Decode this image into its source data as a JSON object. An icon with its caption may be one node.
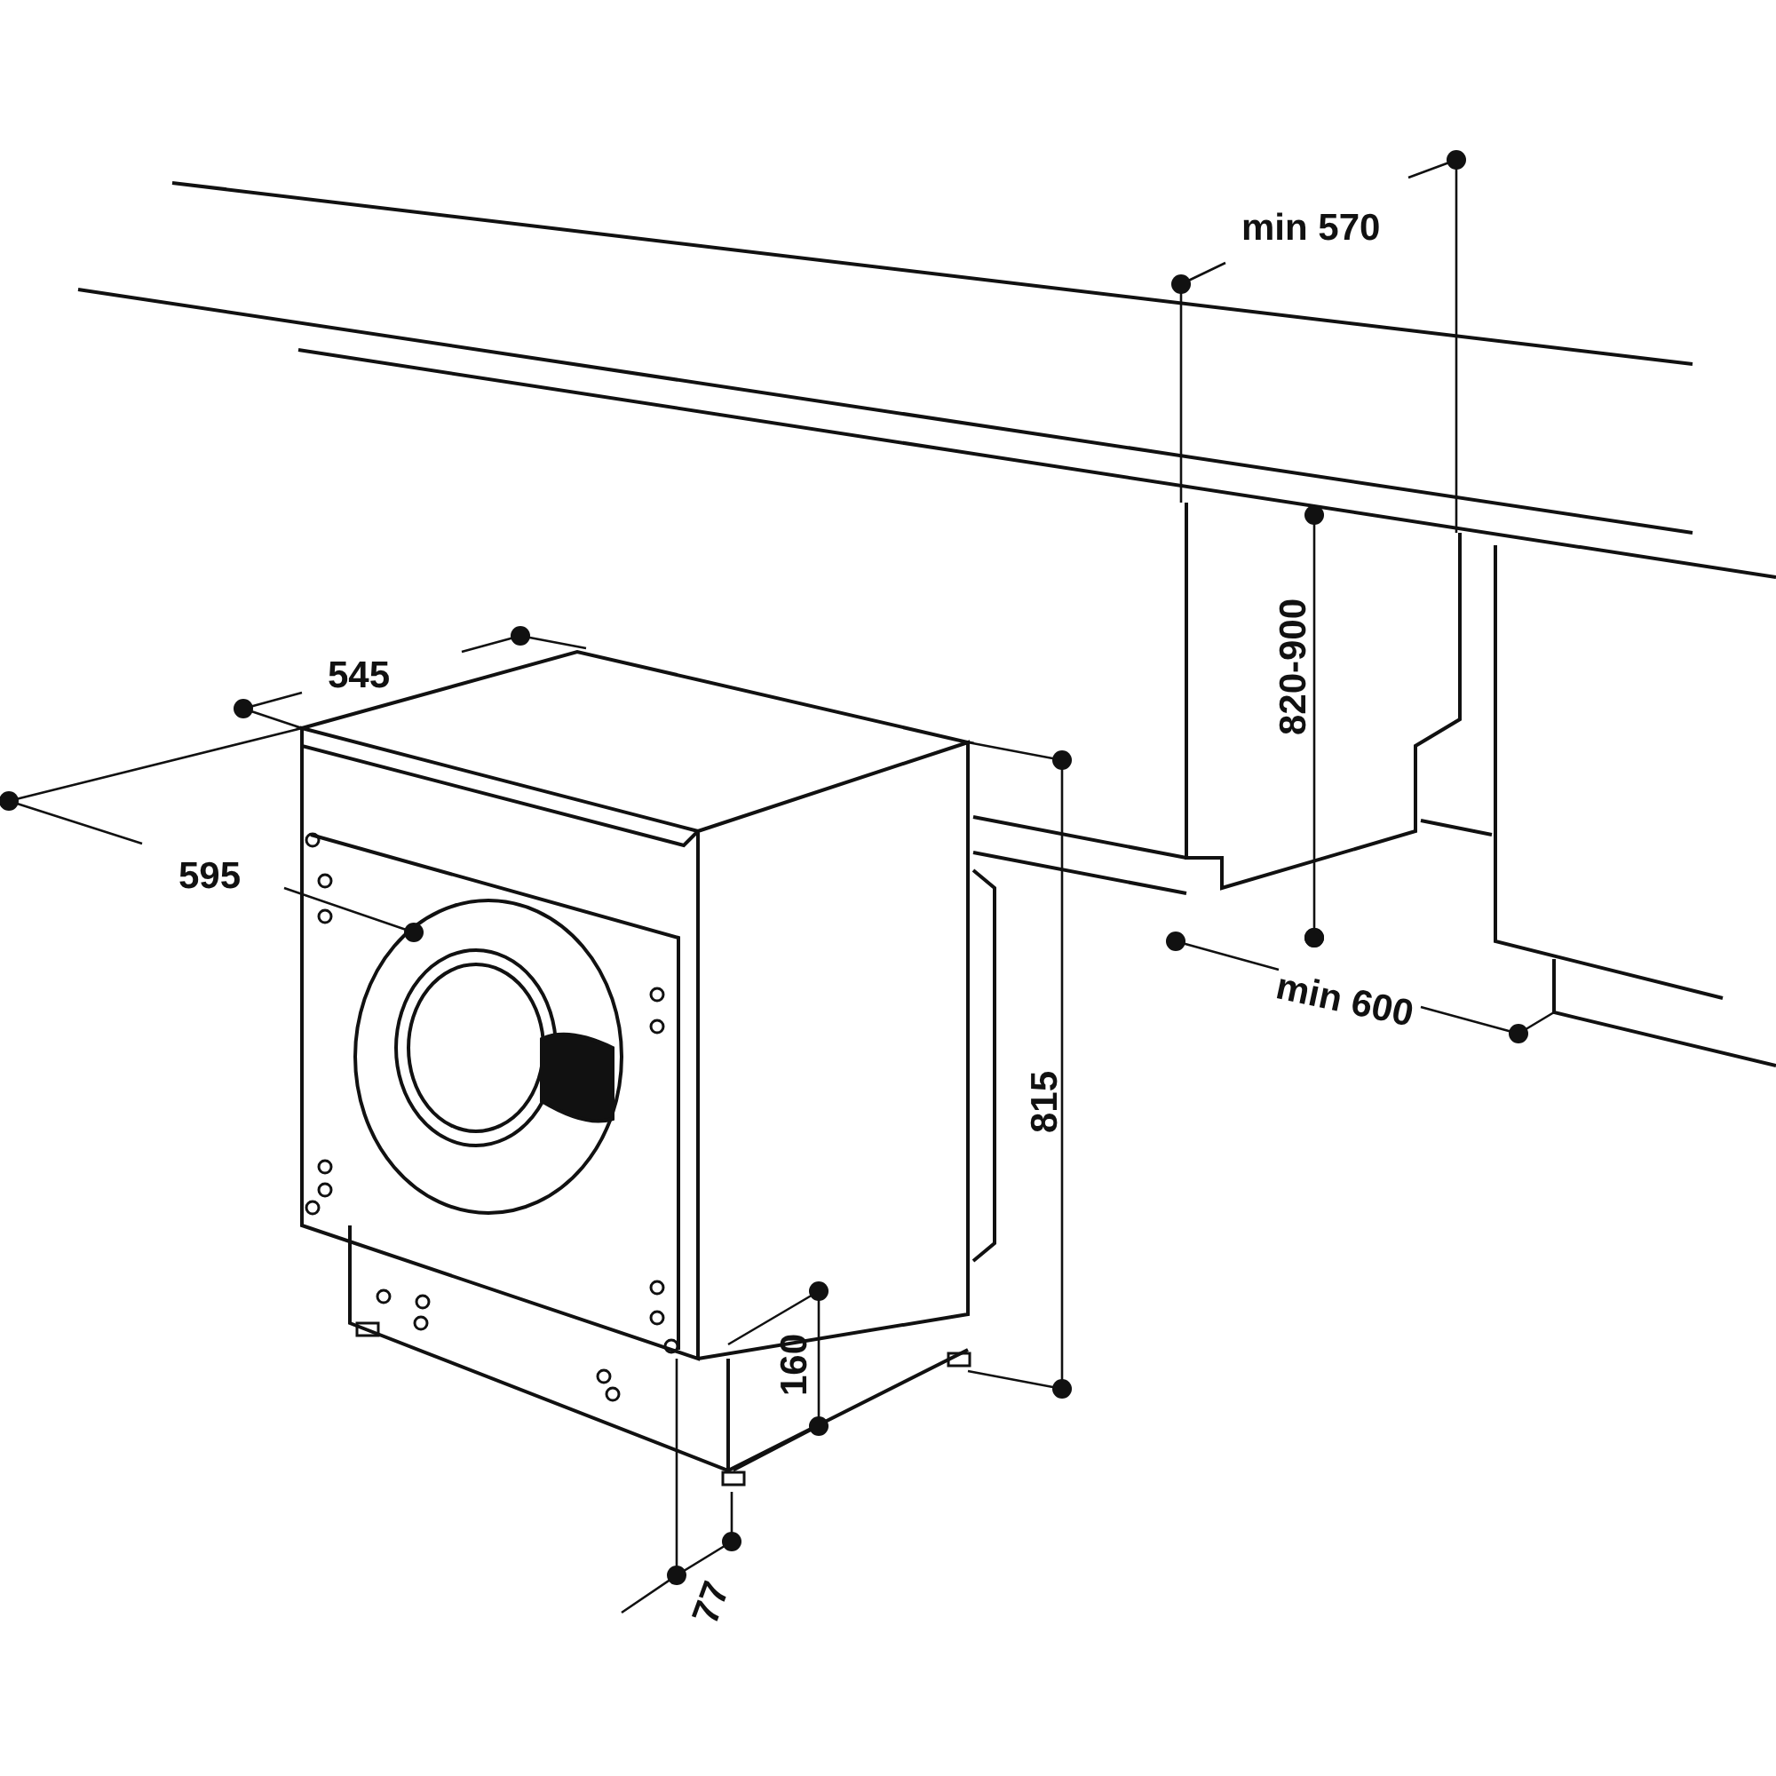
{
  "diagram": {
    "labels": [
      "min 570",
      "820-900",
      "545",
      "595",
      "min 600",
      "815",
      "160",
      "77"
    ]
  }
}
